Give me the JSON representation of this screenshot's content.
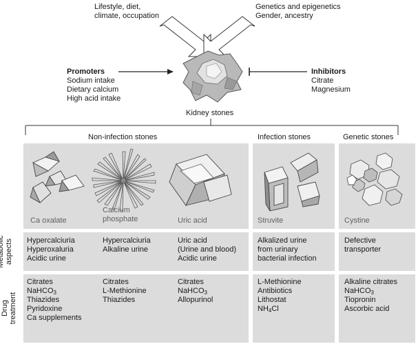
{
  "top_left_factors": "Lifestyle, diet,\nclimate, occupation",
  "top_right_factors": "Genetics and epigenetics\nGender, ancestry",
  "promoters": {
    "heading": "Promoters",
    "items": [
      "Sodium intake",
      "Dietary calcium",
      "High acid intake"
    ]
  },
  "inhibitors": {
    "heading": "Inhibitors",
    "items": [
      "Citrate",
      "Magnesium"
    ]
  },
  "center_label": "Kidney stones",
  "groups": {
    "non_infection": "Non-infection stones",
    "infection": "Infection stones",
    "genetic": "Genetic stones"
  },
  "stones": [
    {
      "name": "Ca oxalate"
    },
    {
      "name": "Calcium\nphosphate"
    },
    {
      "name": "Uric acid"
    },
    {
      "name": "Struvite"
    },
    {
      "name": "Cystine"
    }
  ],
  "row_labels": {
    "metabolic": "Metabolic\naspects",
    "drug": "Drug\ntreatment"
  },
  "metabolic": [
    "Hypercalciuria\nHyperoxaluria\nAcidic urine",
    "Hypercalciuria\nAlkaline urine",
    "Uric acid\n(Urine and blood)\nAcidic urine",
    "Alkalized urine\nfrom urinary\nbacterial infection",
    "Defective\ntransporter"
  ],
  "drug": {
    "c1": {
      "a": "Citrates",
      "b1": "NaHCO",
      "b2": "3",
      "c": "Thiazides\nPyridoxine\nCa supplements"
    },
    "c2": "Citrates\nL-Methionine\nThiazides",
    "c3": {
      "a": "Citrates",
      "b1": "NaHCO",
      "b2": "3",
      "c": "Allopurinol"
    },
    "c4": {
      "a": "L-Methionine\nAntibiotics\nLithostat",
      "b1": "NH",
      "b2": "4",
      "b3": "Cl"
    },
    "c5": {
      "a": "Alkaline citrates",
      "b1": "NaHCO",
      "b2": "3",
      "c": "Tiopronin\nAscorbic acid"
    }
  }
}
